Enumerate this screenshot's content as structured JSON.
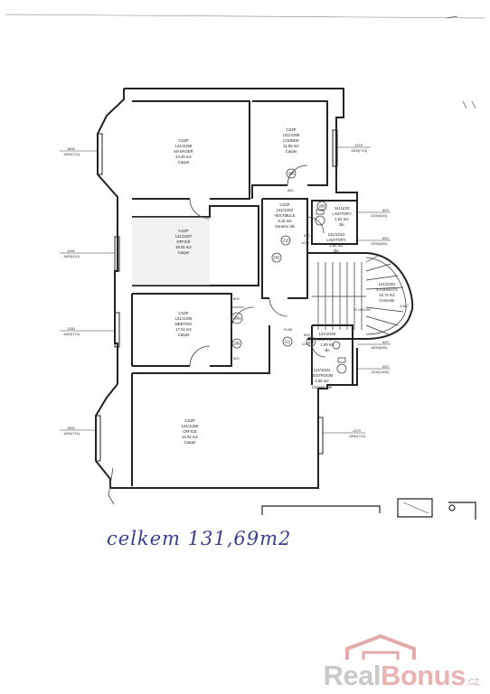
{
  "rooms": [
    {
      "id": "manager",
      "code": "CSZP",
      "num": "141/1/208",
      "name": "MANAGER",
      "area": "24.25 m2",
      "floor": "Carpet"
    },
    {
      "id": "lounge",
      "code": "CSZP",
      "num": "141/1/209",
      "name": "LOUNGE",
      "area": "11.88 m2",
      "floor": "Carpet"
    },
    {
      "id": "office1",
      "code": "CSZP",
      "num": "141/1/207",
      "name": "OFFICE",
      "area": "20.91 m2",
      "floor": "Carpet"
    },
    {
      "id": "meeting",
      "code": "CSZP",
      "num": "141/1/206",
      "name": "MEETING",
      "area": "17.54 m2",
      "floor": "Carpet"
    },
    {
      "id": "office2",
      "code": "CSZP",
      "num": "141/1/205",
      "name": "OFFICE",
      "area": "41.52 m2",
      "floor": "Carpet"
    },
    {
      "id": "vestibule",
      "code": "CSZP",
      "num": "141/1/202",
      "name": "VESTIBULE",
      "area": "9.18 m2",
      "floor": "Ceramic tile"
    },
    {
      "id": "lav1",
      "code": "",
      "num": "141/1/20",
      "name": "LAVATORY",
      "area": "1.52 m2",
      "floor": "tile"
    },
    {
      "id": "lav2",
      "code": "",
      "num": "141/1/210",
      "name": "LAVATORY",
      "area": "1.84 m2",
      "floor": "tile"
    },
    {
      "id": "stairs",
      "code": "",
      "num": "141/1/201",
      "name": "STAIRWAYS",
      "area": "10.74 m2",
      "floor": "Concrete"
    },
    {
      "id": "lav3",
      "code": "",
      "num": "141/1/203",
      "name": "LAVATORY",
      "area": "1.09 m2",
      "floor": "tile"
    },
    {
      "id": "restroom",
      "code": "",
      "num": "141/1/204",
      "name": "RESTROOM",
      "area": "1.56 m2",
      "floor": "Ceramic tile"
    }
  ],
  "dimensions": [
    {
      "id": "d1",
      "top": "1800",
      "bottom": "1800(710)"
    },
    {
      "id": "d2",
      "top": "1260",
      "bottom": "1800(110)"
    },
    {
      "id": "d3",
      "top": "1260",
      "bottom": "1800(710)"
    },
    {
      "id": "d4",
      "top": "1800",
      "bottom": "1800(710)"
    },
    {
      "id": "d5",
      "top": "1370",
      "bottom": "1800(710)"
    },
    {
      "id": "d6",
      "top": "800",
      "bottom": "1000(600)"
    },
    {
      "id": "d7",
      "top": "800",
      "bottom": "1000(600)"
    },
    {
      "id": "d8",
      "top": "600",
      "bottom": "1800(690)"
    },
    {
      "id": "d9",
      "top": "600",
      "bottom": "1200(1600)"
    },
    {
      "id": "d10",
      "top": "1370",
      "bottom": "1800(710)"
    }
  ],
  "door_tags": [
    "208",
    "209",
    "210",
    "211",
    "212",
    "206a",
    "206",
    "202"
  ],
  "door_widths": [
    "800",
    "800",
    "800",
    "800",
    "800"
  ],
  "elevation": "+5.68",
  "stair_note": "S.150/290",
  "stair_level": "4.587",
  "door_height": "1970",
  "handwritten_note": "celkem 131,69m2",
  "watermark": {
    "brand_a": "Real",
    "brand_b": "Bonus",
    "tld": ".cz"
  }
}
